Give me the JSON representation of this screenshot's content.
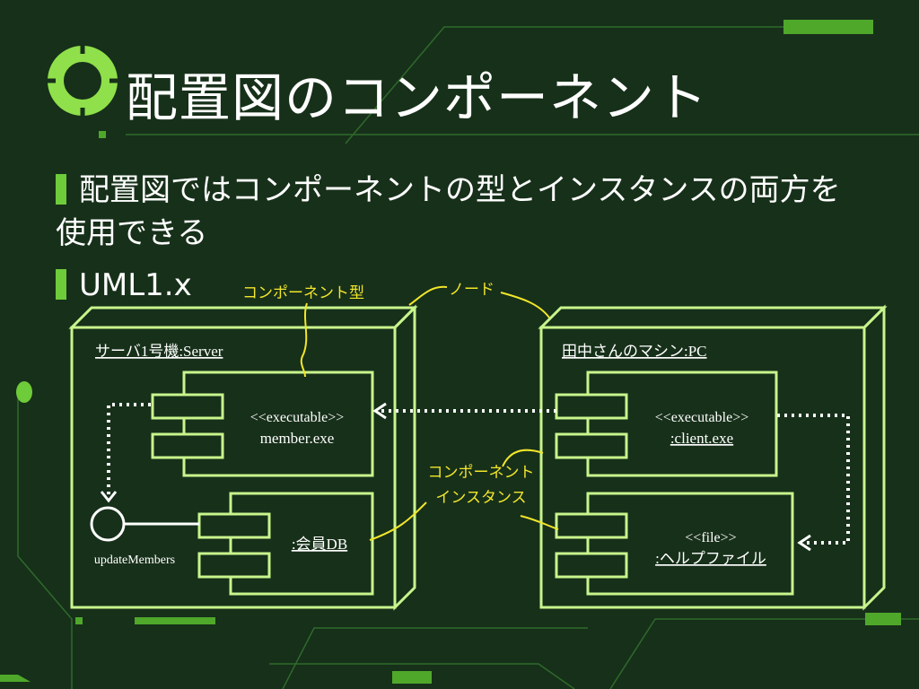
{
  "slide": {
    "title": "配置図のコンポーネント",
    "bullets": [
      "配置図ではコンポーネントの型とインスタンスの両方を使用できる",
      "UML1.x"
    ]
  },
  "diagram": {
    "left_node": {
      "label": "サーバ1号機:Server",
      "component1": {
        "stereotype": "<<executable>>",
        "name": "member.exe"
      },
      "component2": {
        "name": ":会員DB"
      },
      "interface": "updateMembers"
    },
    "right_node": {
      "label": "田中さんのマシン:PC",
      "component1": {
        "stereotype": "<<executable>>",
        "name": ":client.exe"
      },
      "component2": {
        "stereotype": "<<file>>",
        "name": ":ヘルプファイル"
      }
    },
    "annotations": {
      "component_type": "コンポーネント型",
      "node": "ノード",
      "component_instance_line1": "コンポーネント",
      "component_instance_line2": "インスタンス"
    }
  },
  "colors": {
    "background": "#17301a",
    "accent": "#6ecb3a",
    "diagram_line": "#c8f58c",
    "annotation": "#f2e62a",
    "text": "#ffffff"
  }
}
